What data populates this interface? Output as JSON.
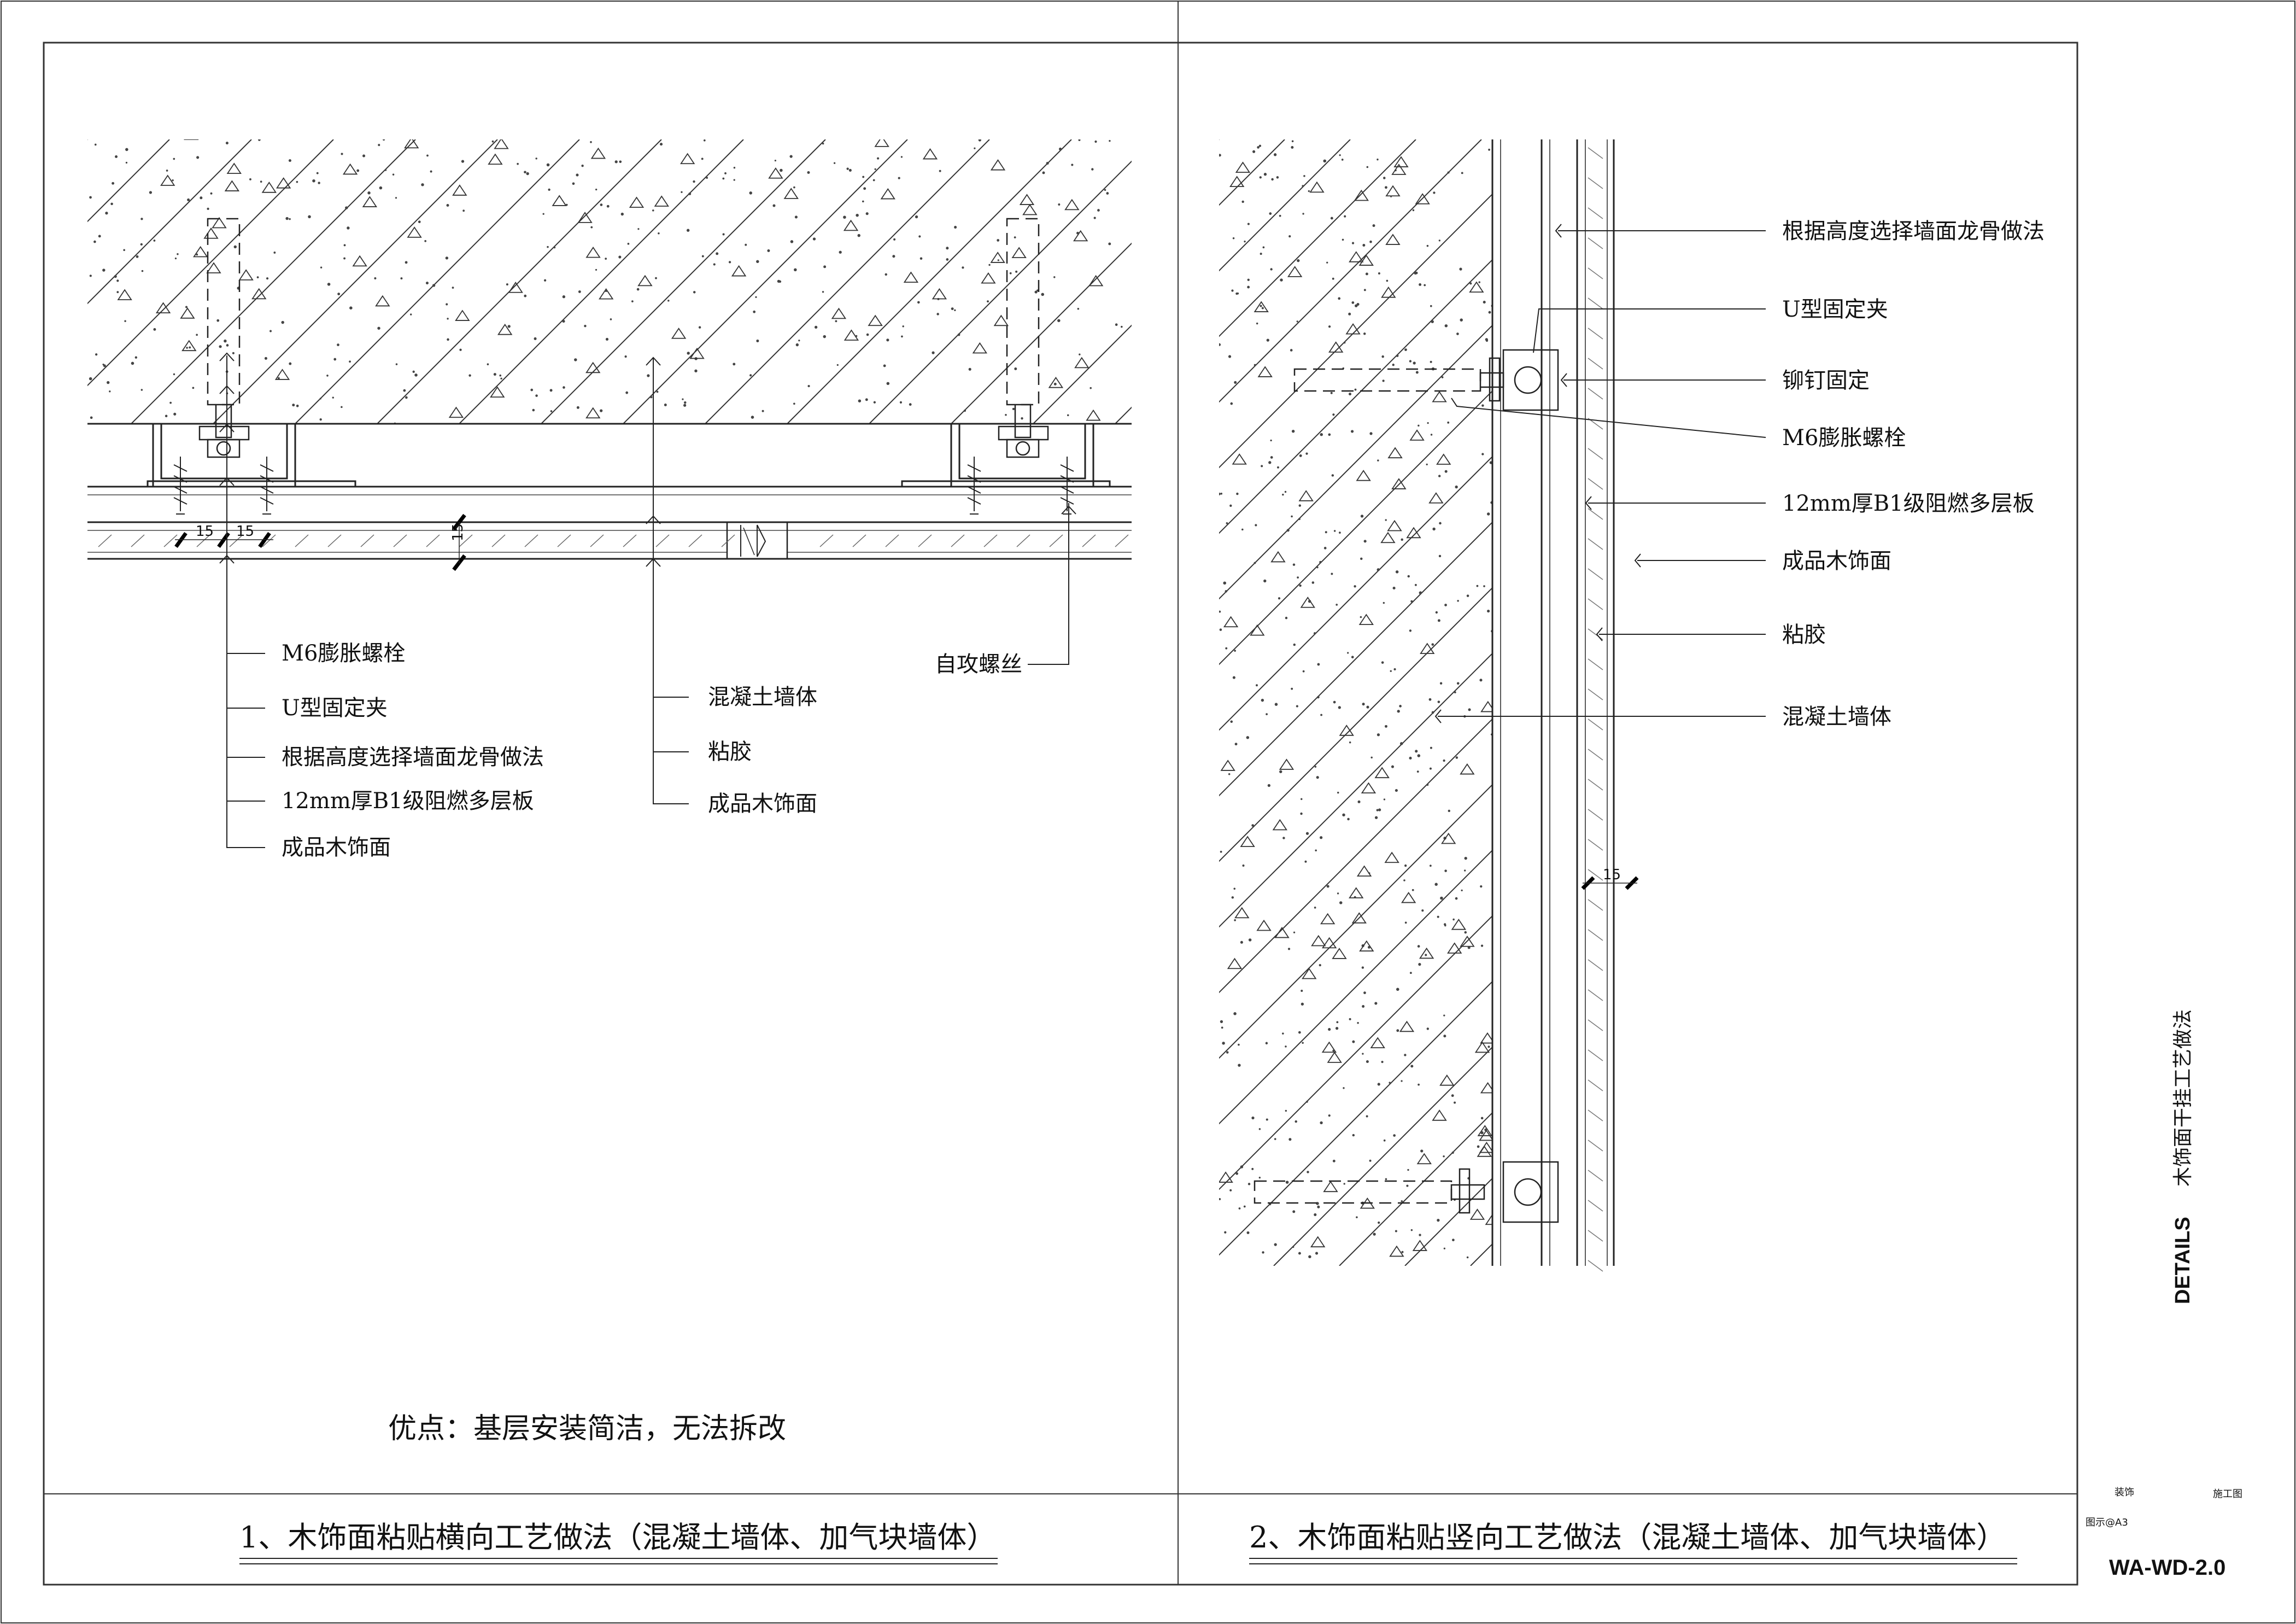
{
  "detail1": {
    "caption": "1、木饰面粘贴横向工艺做法（混凝土墙体、加气块墙体）",
    "note": "优点：基层安装简洁，无法拆改",
    "labels_left": [
      "M6膨胀螺栓",
      "U型固定夹",
      "根据高度选择墙面龙骨做法",
      "12mm厚B1级阻燃多层板",
      "成品木饰面"
    ],
    "labels_mid": [
      "混凝土墙体",
      "粘胶",
      "成品木饰面"
    ],
    "label_right": "自攻螺丝",
    "dims": [
      "15",
      "15",
      "15"
    ]
  },
  "detail2": {
    "caption": "2、木饰面粘贴竖向工艺做法（混凝土墙体、加气块墙体）",
    "labels": [
      "根据高度选择墙面龙骨做法",
      "U型固定夹",
      "铆钉固定",
      "M6膨胀螺栓",
      "12mm厚B1级阻燃多层板",
      "成品木饰面",
      "粘胶",
      "混凝土墙体"
    ],
    "dim": "15"
  },
  "title_block": {
    "details": "DETAILS",
    "title_cn": "木饰面干挂工艺做法",
    "field1": "装饰",
    "field2": "施工图",
    "scale": "图示@A3",
    "code": "WA-WD-2.0"
  }
}
